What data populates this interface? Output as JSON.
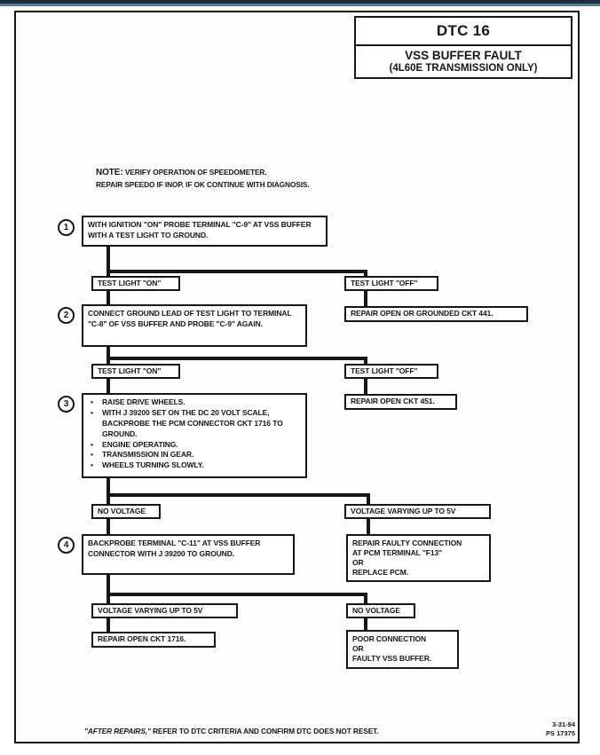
{
  "header": {
    "dtc_code": "DTC 16",
    "fault_name": "VSS BUFFER FAULT",
    "fault_qualifier": "(4L60E TRANSMISSION ONLY)"
  },
  "note": {
    "label": "NOTE:",
    "line1": "VERIFY OPERATION OF SPEEDOMETER.",
    "line2": "REPAIR SPEEDO IF INOP.  IF OK CONTINUE WITH DIAGNOSIS."
  },
  "glyphs": {
    "bullet": "•"
  },
  "steps": [
    {
      "number": "1",
      "text": "WITH IGNITION \"ON\" PROBE TERMINAL \"C-9\" AT VSS BUFFER WITH A TEST LIGHT TO GROUND."
    },
    {
      "number": "2",
      "text": "CONNECT GROUND LEAD OF TEST LIGHT TO TERMINAL \"C-8\" OF VSS BUFFER AND PROBE \"C-9\" AGAIN."
    },
    {
      "number": "3",
      "bullets": [
        "RAISE DRIVE WHEELS.",
        "WITH J 39200 SET ON THE DC 20 VOLT SCALE, BACKPROBE THE PCM CONNECTOR CKT 1716 TO GROUND.",
        "ENGINE OPERATING.",
        "TRANSMISSION IN GEAR.",
        "WHEELS TURNING SLOWLY."
      ]
    },
    {
      "number": "4",
      "text": "BACKPROBE TERMINAL \"C-11\" AT VSS BUFFER CONNECTOR WITH J 39200 TO GROUND."
    }
  ],
  "branches": [
    {
      "left_label": "TEST LIGHT \"ON\"",
      "right_label": "TEST LIGHT \"OFF\"",
      "right_result": "REPAIR OPEN OR GROUNDED CKT 441."
    },
    {
      "left_label": "TEST LIGHT \"ON\"",
      "right_label": "TEST LIGHT \"OFF\"",
      "right_result": "REPAIR OPEN CKT 451."
    },
    {
      "left_label": "NO VOLTAGE",
      "right_label": "VOLTAGE VARYING UP TO 5V",
      "right_result_lines": [
        "REPAIR FAULTY CONNECTION",
        "AT PCM TERMINAL \"F13\"",
        "OR",
        "REPLACE PCM."
      ]
    },
    {
      "left_label": "VOLTAGE VARYING UP TO 5V",
      "left_result": "REPAIR OPEN CKT 1716.",
      "right_label": "NO VOLTAGE",
      "right_result_lines": [
        "POOR CONNECTION",
        "OR",
        "FAULTY VSS BUFFER."
      ]
    }
  ],
  "footer": {
    "after_repairs": "\"AFTER REPAIRS,\"",
    "instruction": " REFER TO DTC CRITERIA AND CONFIRM DTC DOES NOT RESET.",
    "date": "3-31-94",
    "document_number": "PS 17375"
  },
  "colors": {
    "ink": "#161616",
    "top_bar_dark": "#1f2c3c",
    "top_bar_light": "#54779e",
    "paper": "#fdfdfd"
  }
}
